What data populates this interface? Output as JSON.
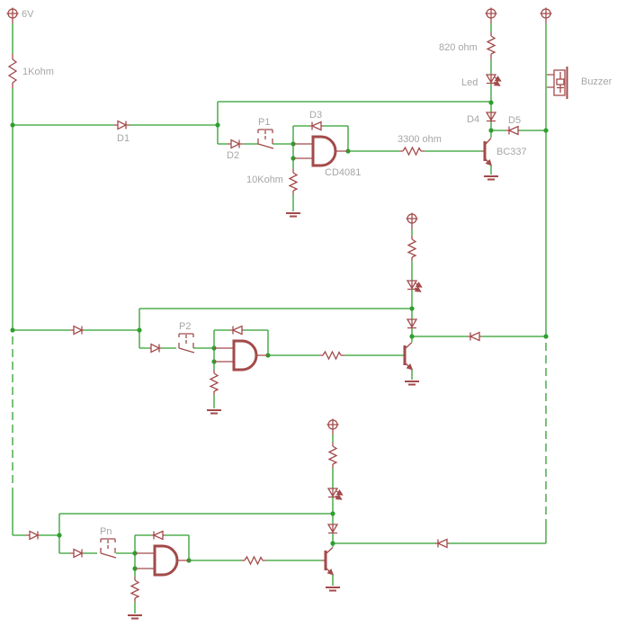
{
  "colors": {
    "background": "#ffffff",
    "wire": "#2f9f2f",
    "component": "#a34a4a",
    "label": "#a6a6a6"
  },
  "labels": {
    "supply": "6V",
    "r_1k": "1Kohm",
    "d1": "D1",
    "d2": "D2",
    "p1": "P1",
    "d3": "D3",
    "ic": "CD4081",
    "r_10k": "10Kohm",
    "r_3300": "3300 ohm",
    "q1": "BC337",
    "d4": "D4",
    "d5": "D5",
    "led": "Led",
    "r_820": "820 ohm",
    "buzzer": "Buzzer",
    "p2": "P2",
    "pn": "Pn"
  }
}
